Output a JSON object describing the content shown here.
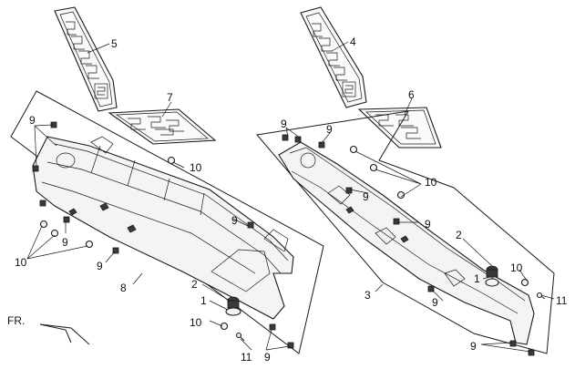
{
  "labels": {
    "l5": "5",
    "l4": "4",
    "l7": "7",
    "l6": "6",
    "l9a": "9",
    "l9b": "9",
    "l9c": "9",
    "l9d": "9",
    "l9e": "9",
    "l9f": "9",
    "l9g": "9",
    "l9h": "9",
    "l9i": "9",
    "l9j": "9",
    "l9k": "9",
    "l10a": "10",
    "l10b": "10",
    "l10c": "10",
    "l10d": "10",
    "l10e": "10",
    "l8": "8",
    "l3": "3",
    "l2a": "2",
    "l2b": "2",
    "l1a": "1",
    "l1b": "1",
    "l11a": "11",
    "l11b": "11",
    "fr": "FR."
  }
}
